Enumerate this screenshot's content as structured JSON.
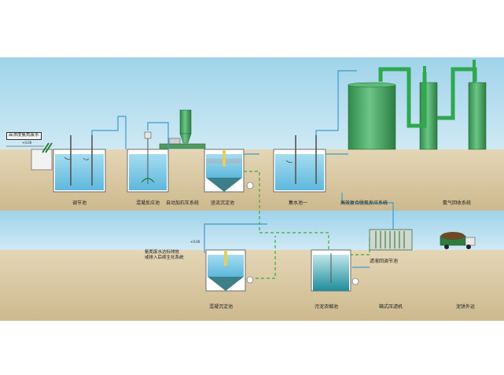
{
  "labels": {
    "inlet": "高浓度氨氮废水",
    "inlet_ph": "+0.00",
    "tank1": "调节池",
    "tank2": "混凝反应池",
    "lime": "自动加石灰系统",
    "tank3": "竖流沉淀池",
    "tank4": "集水池一",
    "stripper": "高效复合脱氮反应系统",
    "recovery": "氨气回收系统",
    "tank5": "混凝沉淀池",
    "discharge_line1": "氨氮废水达标排放",
    "discharge_line2": "或排入后续生化系统",
    "discharge_ph": "+0.00",
    "sludge": "污泥浓缩池",
    "filtrate": "滤液回调节池",
    "press": "箱式压滤机",
    "transport": "泥饼外运"
  },
  "colors": {
    "sky": "#aed9ec",
    "ground": "#d8c8a6",
    "water": "#87cde8",
    "pipe_green": "#2fa84e",
    "pipe_blue": "#4aa6d6",
    "tower": "#3fa55f"
  }
}
